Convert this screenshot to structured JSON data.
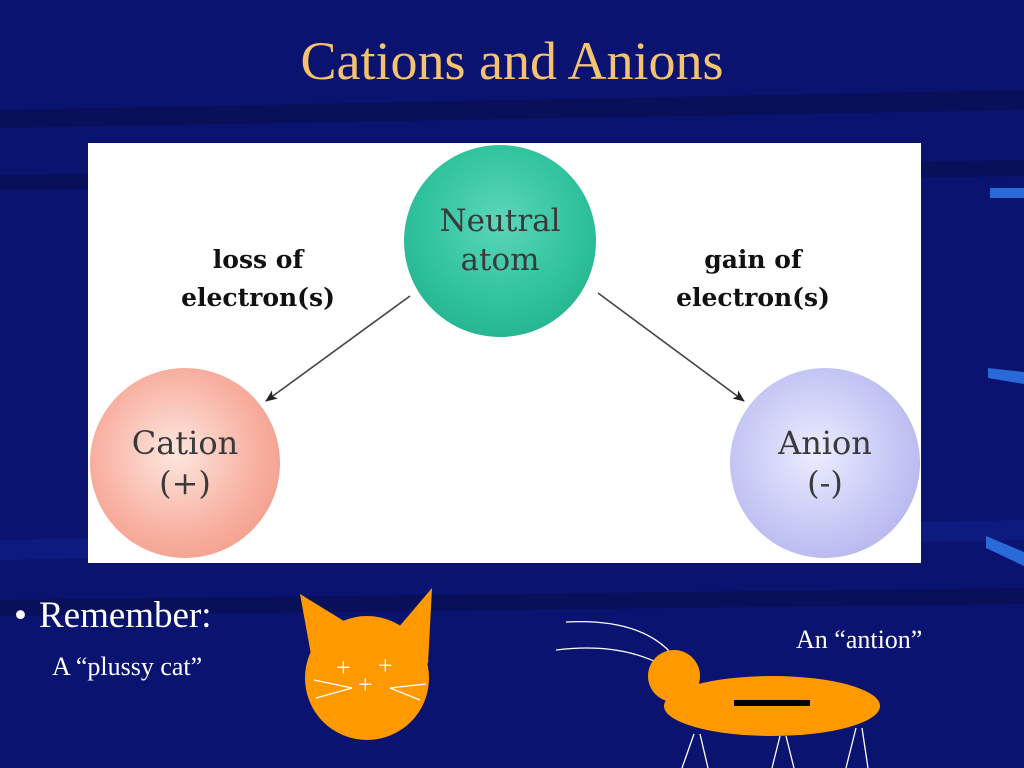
{
  "slide": {
    "title": "Cations and Anions"
  },
  "diagram": {
    "neutral_line1": "Neutral",
    "neutral_line2": "atom",
    "cation_line1": "Cation",
    "cation_line2": "(+)",
    "anion_line1": "Anion",
    "anion_line2": "(-)",
    "loss_line1": "loss of",
    "loss_line2": "electron(s)",
    "gain_line1": "gain of",
    "gain_line2": "electron(s)"
  },
  "notes": {
    "bullet_symbol": "•",
    "remember": "Remember:",
    "plussy_caption": "A “plussy cat”",
    "antion_caption": "An “antion”",
    "cat_plus_1": "+",
    "cat_plus_2": "+",
    "cat_plus_3": "+"
  },
  "colors": {
    "background": "#0a1470",
    "title": "#f5c270",
    "neutral": "#2ec29c",
    "cation": "#f8b0a0",
    "anion": "#c4c6f4",
    "cartoon_orange": "#ff9900"
  }
}
